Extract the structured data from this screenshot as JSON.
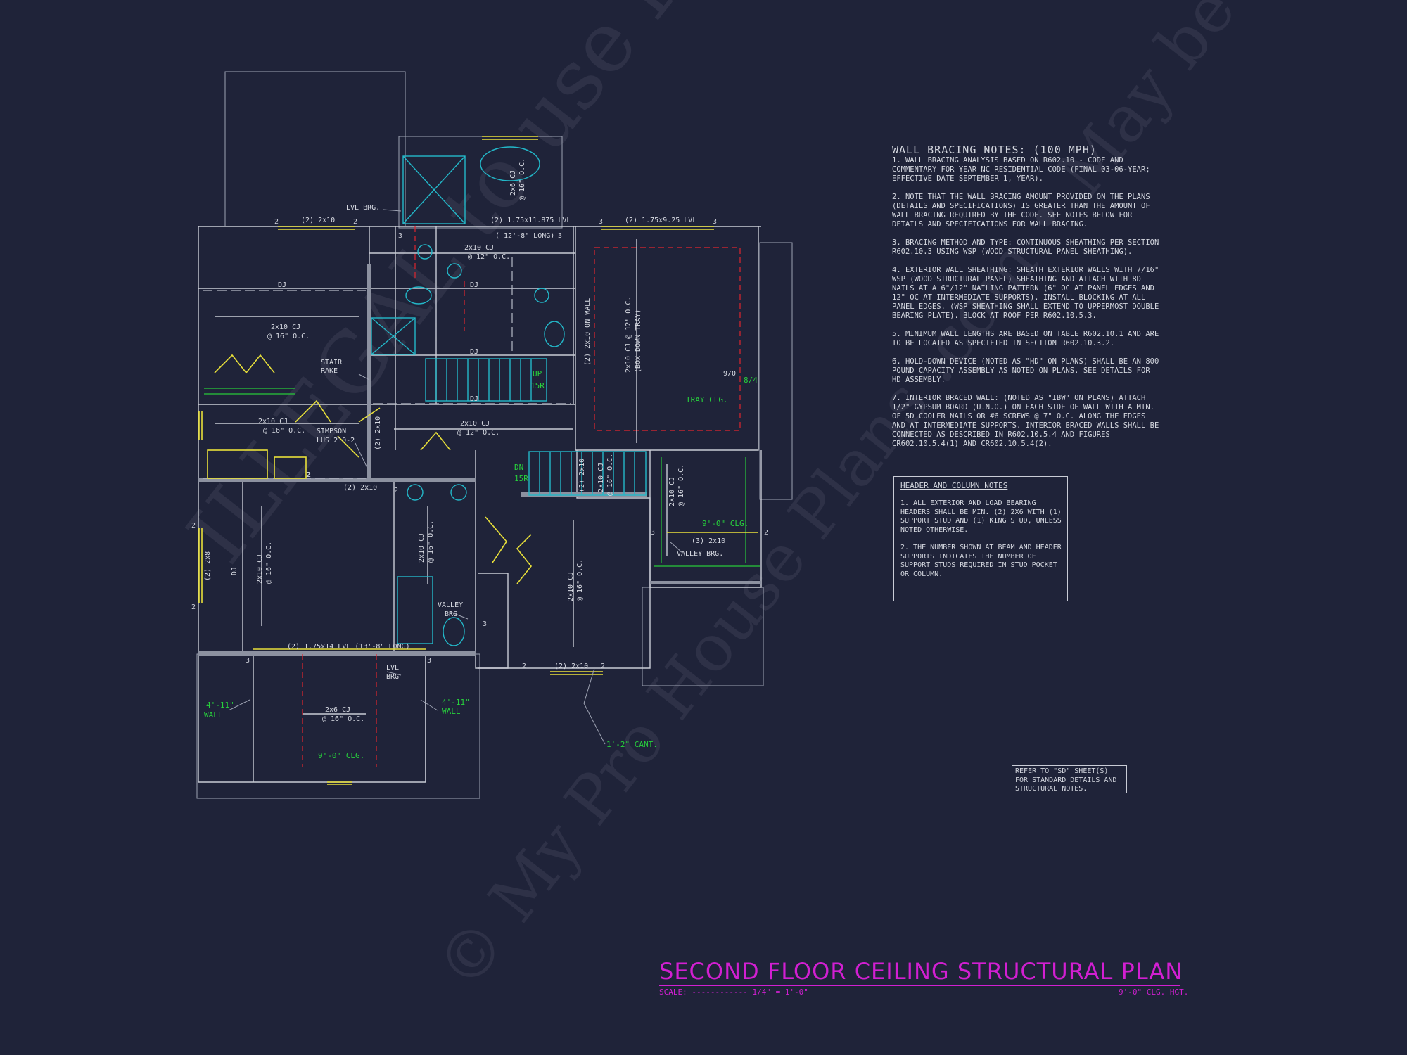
{
  "watermark": {
    "line1": "ILLEGAL to use for Construction",
    "line2": "© My Pro House Plans .com • May be used for Estimating"
  },
  "wall_bracing": {
    "title": "WALL BRACING NOTES: (100 MPH)",
    "notes": [
      "1. WALL BRACING ANALYSIS BASED ON R602.10 - CODE AND COMMENTARY FOR YEAR NC RESIDENTIAL CODE (FINAL 03-06-YEAR; EFFECTIVE DATE SEPTEMBER 1, YEAR).",
      "2. NOTE THAT THE WALL BRACING AMOUNT PROVIDED ON THE PLANS (DETAILS AND SPECIFICATIONS) IS GREATER THAN THE AMOUNT OF WALL BRACING REQUIRED BY THE CODE. SEE NOTES BELOW FOR DETAILS AND SPECIFICATIONS FOR WALL BRACING.",
      "3. BRACING METHOD AND TYPE: CONTINUOUS SHEATHING PER SECTION R602.10.3 USING WSP (WOOD STRUCTURAL PANEL SHEATHING).",
      "4. EXTERIOR WALL SHEATHING: SHEATH EXTERIOR WALLS WITH 7/16\" WSP (WOOD STRUCTURAL PANEL) SHEATHING AND ATTACH WITH 8d NAILS AT A 6\"/12\" NAILING PATTERN (6\" OC AT PANEL EDGES AND 12\" OC AT INTERMEDIATE SUPPORTS). INSTALL BLOCKING AT ALL PANEL EDGES. (WSP SHEATHING SHALL EXTEND TO UPPERMOST DOUBLE BEARING PLATE). BLOCK AT ROOF PER R602.10.5.3.",
      "5. MINIMUM WALL LENGTHS ARE BASED ON TABLE R602.10.1 AND ARE TO BE LOCATED AS SPECIFIED IN SECTION R602.10.3.2.",
      "6. HOLD-DOWN DEVICE (NOTED AS \"HD\" ON PLANS) SHALL BE AN 800 POUND CAPACITY ASSEMBLY AS NOTED ON PLANS. SEE DETAILS FOR HD ASSEMBLY.",
      "7. INTERIOR BRACED WALL: (NOTED AS \"IBW\" ON PLANS) ATTACH 1/2\" GYPSUM BOARD (U.N.O.) ON EACH SIDE OF WALL WITH A MIN. OF 5d COOLER NAILS OR #6 SCREWS @ 7\" O.C. ALONG THE EDGES AND AT INTERMEDIATE SUPPORTS. INTERIOR BRACED WALLS SHALL BE CONNECTED AS DESCRIBED IN R602.10.5.4 AND FIGURES CR602.10.5.4(1) AND CR602.10.5.4(2)."
    ]
  },
  "header_column": {
    "title": "HEADER AND COLUMN NOTES",
    "notes": [
      "1. ALL EXTERIOR AND LOAD BEARING HEADERS SHALL BE MIN. (2) 2x6 WITH (1) SUPPORT STUD AND (1) KING STUD, UNLESS NOTED OTHERWISE.",
      "2. THE NUMBER SHOWN AT BEAM AND HEADER SUPPORTS INDICATES THE NUMBER OF SUPPORT STUDS REQUIRED IN STUD POCKET OR COLUMN."
    ]
  },
  "reference_note": "REFER TO \"SD\" SHEET(S) FOR STANDARD DETAILS AND STRUCTURAL NOTES.",
  "title_block": {
    "title": "SECOND FLOOR CEILING STRUCTURAL PLAN",
    "scale": "SCALE: ------------ 1/4\" = 1'-0\"",
    "ceiling_height": "9'-0\" CLG. HGT."
  },
  "plan_labels": {
    "lvl_brg_top": "LVL BRG.",
    "hdr_2x10_tl": "(2) 2x10",
    "beam_top": "(2) 1.75x11.875 LVL",
    "beam_top_len": "( 12'-8\" LONG)",
    "beam_top_right": "(2) 1.75x9.25 LVL",
    "cj_bath_top": "2x10 CJ",
    "cj_bath_top_sp": "@ 12\" O.C.",
    "cj_closet": "2x6 CJ",
    "cj_closet_sp": "@ 16\" O.C.",
    "dj_1": "DJ",
    "dj_2": "DJ",
    "dj_3": "DJ",
    "dj_4": "DJ",
    "dj_5": "DJ",
    "cj_left": "2x10 CJ",
    "cj_left_sp": "@ 16\" O.C.",
    "stair_rake": "STAIR",
    "stair_rake2": "RAKE",
    "up_label": "UP",
    "up_risers": "15R",
    "dn_label": "DN",
    "dn_risers": "15R",
    "simpson": "SIMPSON",
    "simpson2": "LUS 210-2",
    "cj_mid_left": "2x10 CJ",
    "cj_mid_left_sp": "@ 16\" O.C.",
    "cj_mid": "2x10 CJ",
    "cj_mid_sp": "@ 12\" O.C.",
    "hdr_2x10_vert": "(2) 2x10",
    "hdr_2x10_mid": "(2) 2x10",
    "on_wall": "(2) 2x10 ON WALL",
    "tray_cj": "2x10 CJ @ 12\" O.C.",
    "tray_cj2": "(BOX DOWN TRAY)",
    "tray_clg": "TRAY CLG.",
    "tray_9": "9/0",
    "tray_84": "8/4",
    "hdr_2x8": "(2) 2x8",
    "cj_bed_left": "2x10 CJ",
    "cj_bed_left_sp": "@ 16\" O.C.",
    "cj_hall": "2x10 CJ",
    "cj_hall_sp": "@ 16\" O.C.",
    "cj_bed_mid": "2x10 CJ",
    "cj_bed_mid_sp": "@ 16\" O.C.",
    "stair_hdr": "(2) 2x10",
    "stair_cj": "2x10 CJ",
    "stair_cj_sp": "@ 16\" O.C.",
    "cj_right": "2x10 CJ",
    "cj_right_sp": "@ 16\" O.C.",
    "clg_9_right": "9'-0\" CLG.",
    "hdr_3_2x10": "(3) 2x10",
    "valley_brg_right": "VALLEY BRG.",
    "valley_brg_mid": "VALLEY",
    "valley_brg_mid2": "BRG",
    "beam_bottom": "(2) 1.75x14 LVL (13'-8\" LONG)",
    "lvl_brg_bottom": "LVL",
    "lvl_brg_bottom2": "BRG",
    "wall_left": "4'-11\"",
    "wall_left2": "WALL",
    "wall_right": "4'-11\"",
    "wall_right2": "WALL",
    "cj_bottom": "2x6 CJ",
    "cj_bottom_sp": "@ 16\" O.C.",
    "clg_bottom": "9'-0\" CLG.",
    "hdr_bottom": "(2) 2x10",
    "cant": "1'-2\" CANT.",
    "n2a": "2",
    "n2b": "2",
    "n3a": "3",
    "n3b": "3",
    "n3c": "3",
    "n2c": "2",
    "n3d": "3",
    "n2d": "2",
    "n2e": "2",
    "n2f": "2",
    "n3e": "3",
    "n3f": "3",
    "n2g": "2",
    "n2h": "2",
    "n3g": "3",
    "n2i": "2",
    "n3h": "3",
    "n2j": "2"
  }
}
